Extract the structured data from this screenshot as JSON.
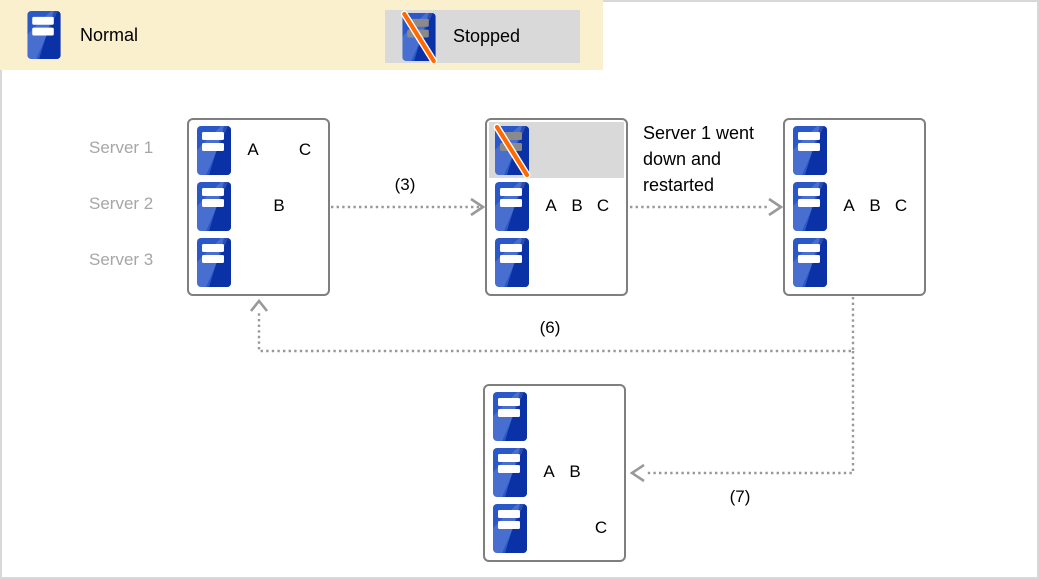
{
  "colors": {
    "legend_bg": "#FBF0CE",
    "stopped_bg": "#D9D9D9",
    "box_border": "#7F7F7F",
    "line_gray": "#999999",
    "label_gray": "#A6A6A6",
    "server_blue": "#2B58C8",
    "server_blue_dark": "#0A31A6",
    "slash_orange": "#FF6A00"
  },
  "legend": {
    "items": [
      {
        "state": "normal",
        "label": "Normal"
      },
      {
        "state": "stopped",
        "label": "Stopped"
      }
    ]
  },
  "diagram": {
    "row_labels": [
      "Server 1",
      "Server 2",
      "Server 3"
    ],
    "clusters": [
      {
        "id": "initial",
        "rows": [
          {
            "state": "normal",
            "apps": [
              "A",
              "",
              "C"
            ]
          },
          {
            "state": "normal",
            "apps": [
              "",
              "B",
              ""
            ]
          },
          {
            "state": "normal",
            "apps": [
              "",
              "",
              ""
            ]
          }
        ]
      },
      {
        "id": "failover",
        "rows": [
          {
            "state": "stopped",
            "apps": [
              "",
              "",
              ""
            ]
          },
          {
            "state": "normal",
            "apps": [
              "A",
              "B",
              "C"
            ]
          },
          {
            "state": "normal",
            "apps": [
              "",
              "",
              ""
            ]
          }
        ]
      },
      {
        "id": "restarted",
        "rows": [
          {
            "state": "normal",
            "apps": [
              "",
              "",
              ""
            ]
          },
          {
            "state": "normal",
            "apps": [
              "A",
              "B",
              "C"
            ]
          },
          {
            "state": "normal",
            "apps": [
              "",
              "",
              ""
            ]
          }
        ]
      },
      {
        "id": "failback",
        "rows": [
          {
            "state": "normal",
            "apps": [
              "",
              "",
              ""
            ]
          },
          {
            "state": "normal",
            "apps": [
              "A",
              "B",
              ""
            ]
          },
          {
            "state": "normal",
            "apps": [
              "",
              "",
              "C"
            ]
          }
        ]
      }
    ],
    "annotations": {
      "step3": "(3)",
      "step6": "(6)",
      "step7": "(7)",
      "note": "Server 1 went down and restarted"
    }
  }
}
